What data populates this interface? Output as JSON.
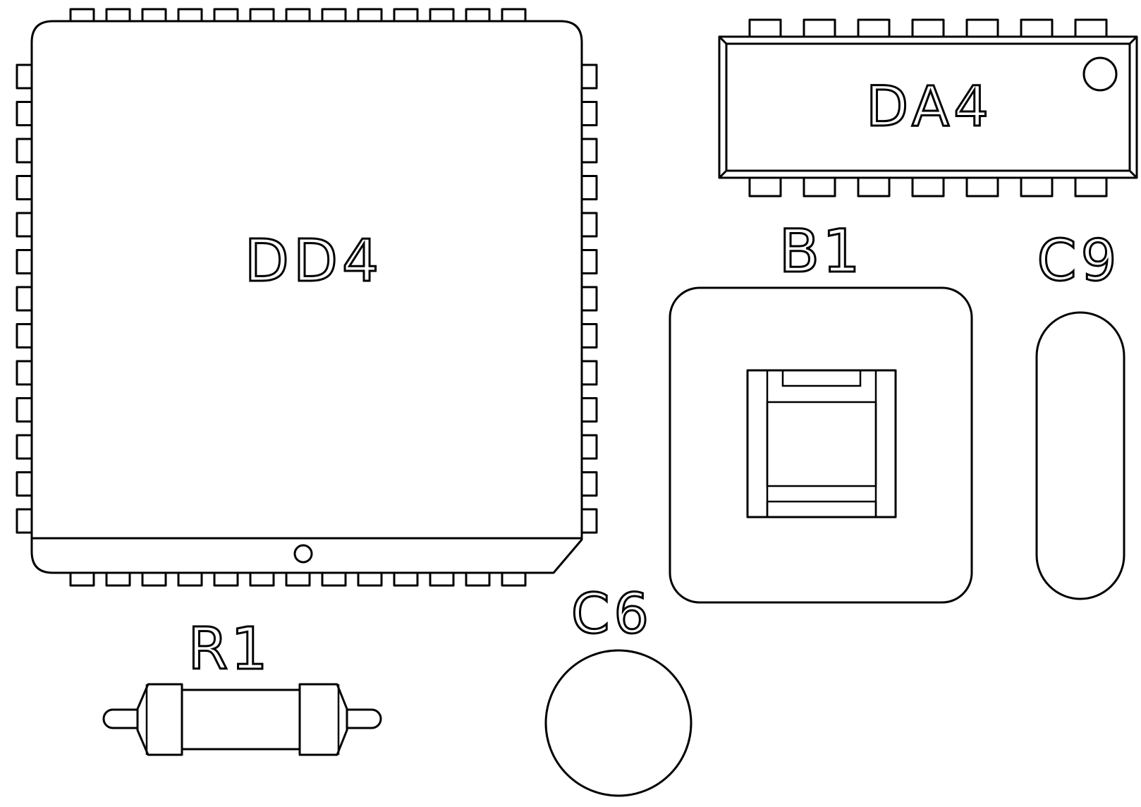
{
  "components": {
    "dd4": {
      "label": "DD4"
    },
    "da4": {
      "label": "DA4"
    },
    "b1": {
      "label": "B1"
    },
    "c9": {
      "label": "C9"
    },
    "c6": {
      "label": "C6"
    },
    "r1": {
      "label": "R1"
    }
  },
  "colors": {
    "line": "#000000",
    "background": "#ffffff"
  }
}
